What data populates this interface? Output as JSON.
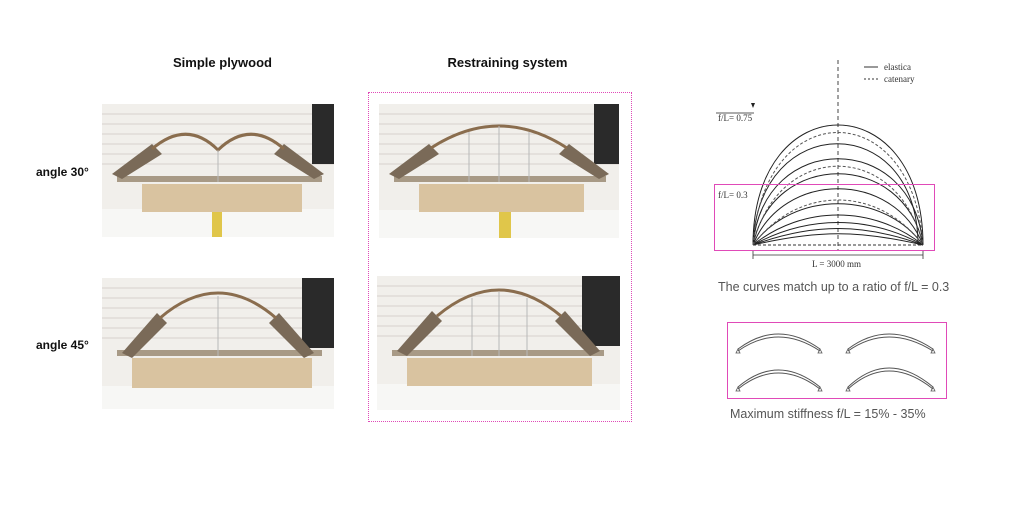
{
  "columns": {
    "left_title": "Simple plywood",
    "right_title": "Restraining system"
  },
  "rows": {
    "row1_label": "angle 30°",
    "row2_label": "angle 45°"
  },
  "diagram": {
    "legend_elastica": "elastica",
    "legend_catenary": "catenary",
    "ratio_high": "f/L= 0.75",
    "ratio_low": "f/L= 0.3",
    "span_label": "L = 3000 mm"
  },
  "captions": {
    "curves_match": "The curves match up to a ratio of f/L = 0.3",
    "max_stiffness": "Maximum stiffness f/L = 15% - 35%"
  },
  "colors": {
    "accent_pink": "#e04ab8",
    "plywood": "#d9c3a0",
    "wall": "#f1efeb"
  }
}
